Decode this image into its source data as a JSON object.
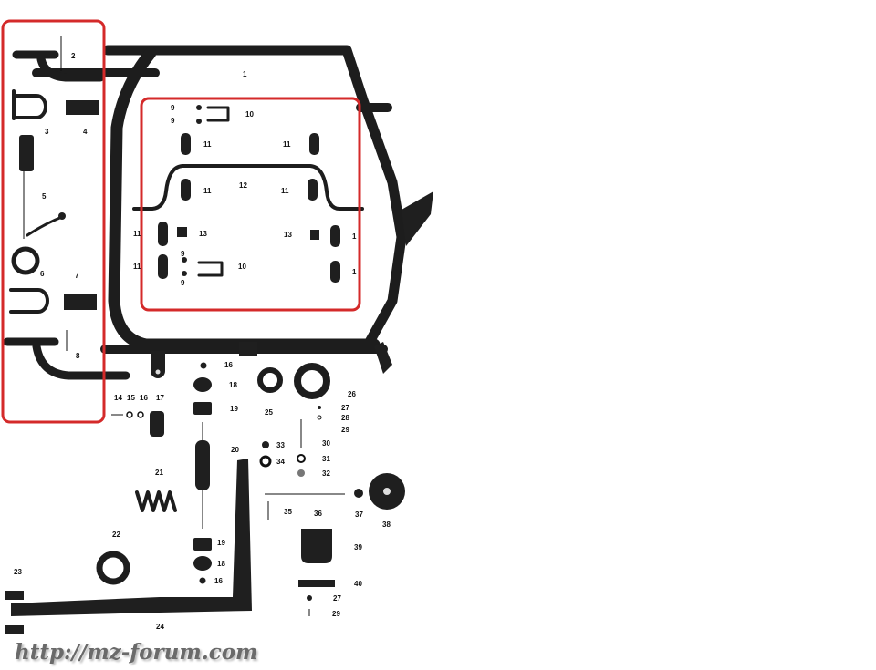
{
  "diagram": {
    "title": "Sidecar frame parts diagram",
    "callouts": [
      "1",
      "2",
      "3",
      "4",
      "5",
      "6",
      "7",
      "8",
      "9",
      "9",
      "10",
      "11",
      "11",
      "12",
      "11",
      "11",
      "11",
      "13",
      "13",
      "1",
      "11",
      "9",
      "10",
      "9",
      "1",
      "16",
      "18",
      "19",
      "14",
      "15",
      "16",
      "17",
      "25",
      "26",
      "27",
      "28",
      "29",
      "30",
      "31",
      "32",
      "33",
      "34",
      "20",
      "21",
      "35",
      "36",
      "37",
      "38",
      "22",
      "39",
      "19",
      "18",
      "16",
      "23",
      "40",
      "27",
      "29",
      "24"
    ],
    "highlight_color": "#d42a2a",
    "watermark": "http://mz-forum.com"
  }
}
